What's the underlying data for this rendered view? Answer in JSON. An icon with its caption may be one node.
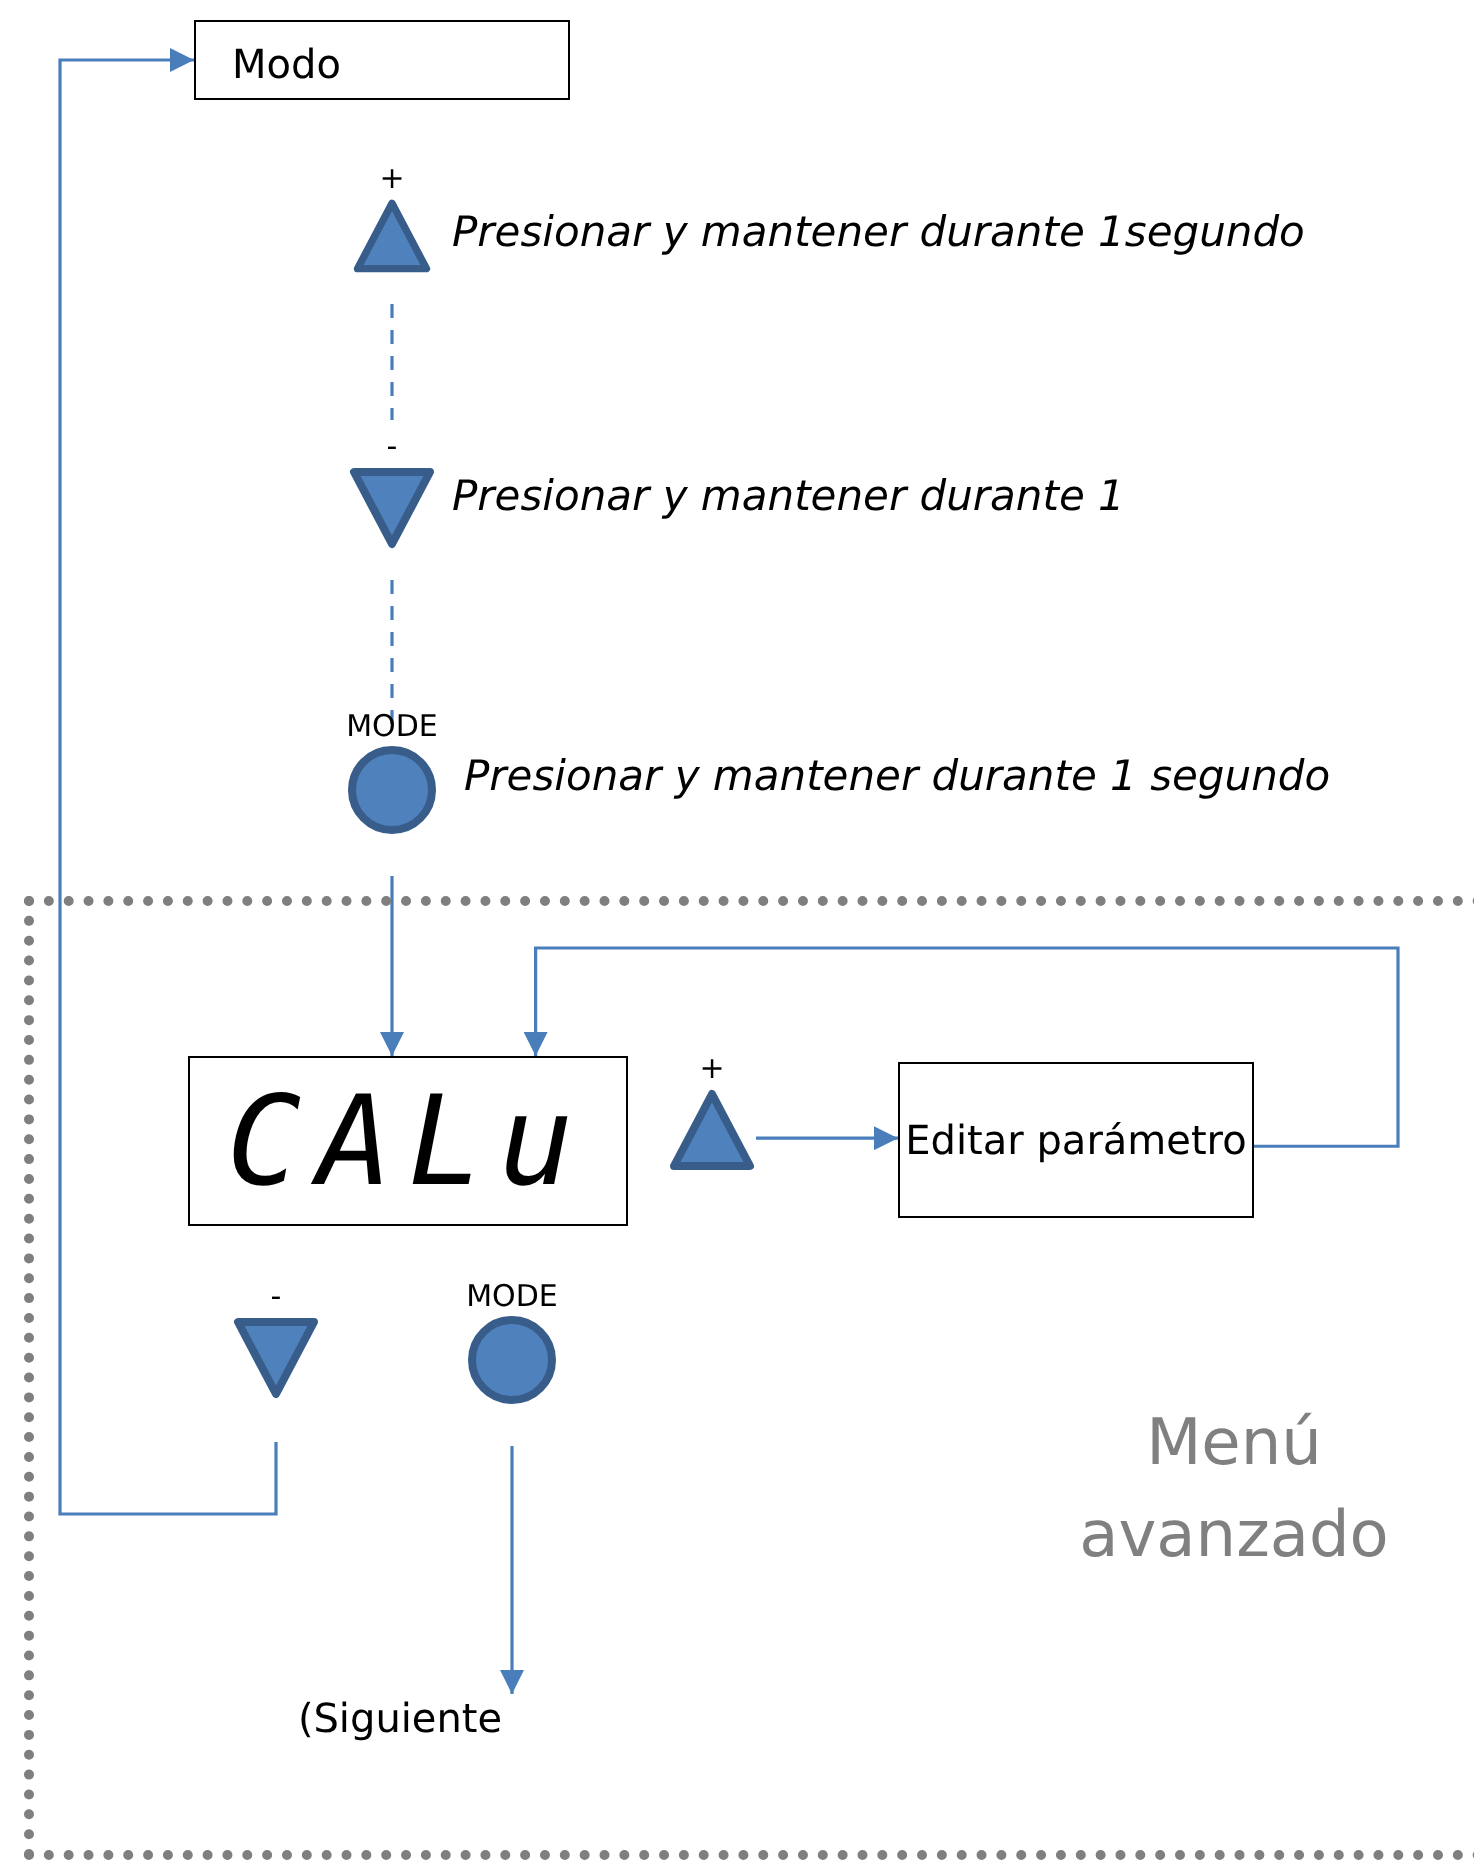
{
  "diagram": {
    "nodes": [
      {
        "text": [
          "Modo"
        ]
      },
      {
        "text": [
          "+"
        ],
        "beside": [
          "Presionar y mantener durante 1segundo"
        ]
      },
      {
        "text": [
          "-"
        ],
        "beside": [
          "Presionar y mantener durante 1"
        ]
      },
      {
        "text": [
          "MODE"
        ],
        "beside": [
          "Presionar y mantener durante 1 segundo"
        ]
      },
      {
        "text": [
          "Menú avanzado"
        ]
      },
      {
        "text": [
          "CALu"
        ],
        "in": 4
      },
      {
        "text": [
          "+"
        ],
        "in": 4
      },
      {
        "text": [
          "Editar parámetro"
        ],
        "in": 4
      },
      {
        "text": [
          "-"
        ],
        "in": 4
      },
      {
        "text": [
          "MODE"
        ],
        "in": 4
      },
      {
        "text": [
          "(Siguiente"
        ],
        "in": 4
      }
    ],
    "edges": [
      {
        "from": 1,
        "to": 2,
        "arrow": "none",
        "style": "dashed"
      },
      {
        "from": 2,
        "to": 3,
        "arrow": "none",
        "style": "dashed"
      },
      {
        "from": 3,
        "to": 5,
        "arrow": "to"
      },
      {
        "from": 6,
        "to": 7,
        "arrow": "to"
      },
      {
        "from": 7,
        "to": 5,
        "arrow": "to"
      },
      {
        "from": 8,
        "to": 0,
        "arrow": "to"
      },
      {
        "from": 9,
        "to": 10,
        "arrow": "to"
      }
    ]
  }
}
